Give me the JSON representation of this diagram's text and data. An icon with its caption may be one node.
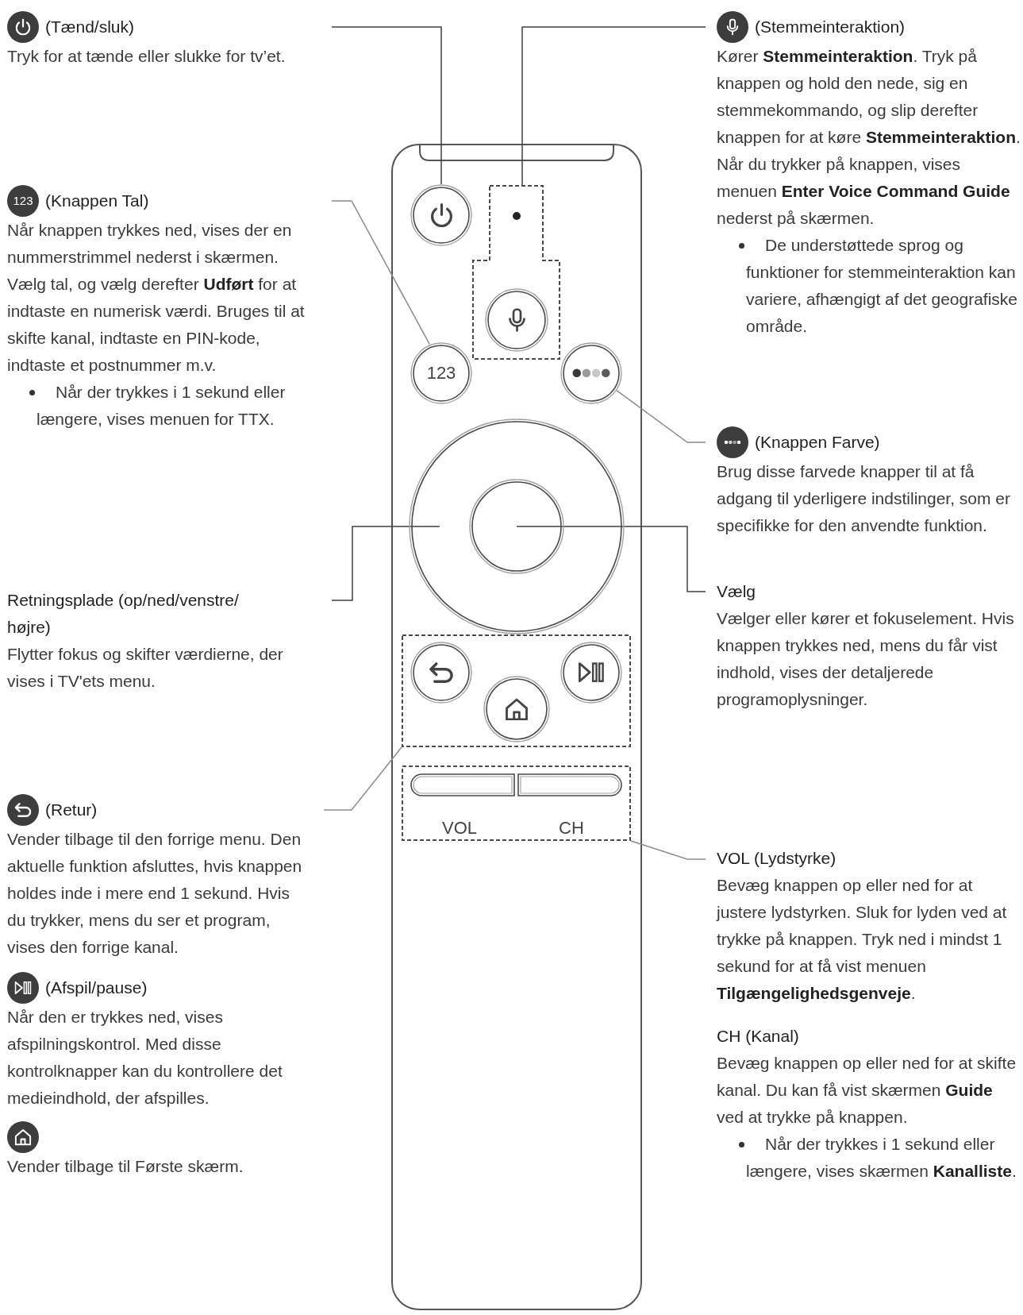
{
  "diagram": {
    "nodes": [
      {
        "text": [
          "(Tænd/sluk)",
          "Tryk for at tænde eller slukke for tv’et."
        ]
      },
      {
        "text": [
          "(Stemmeinteraktion)",
          "Kører **Stemmeinteraktion**. Tryk på knappen og hold den nede, sig en stemmekommando, og slip derefter knappen for at køre **Stemmeinteraktion**.",
          "Når du trykker på knappen, vises menuen **Enter Voice Command Guide** nederst på skærmen.",
          "De understøttede sprog og funktioner for stemmeinteraktion kan variere, afhængigt af det geografiske område."
        ]
      },
      {
        "text": [],
        "shape": "circle"
      },
      {
        "text": [],
        "shape": "box"
      },
      {
        "text": [],
        "shape": "circle",
        "in": 3
      },
      {
        "text": [
          "123",
          "(Knappen Tal)",
          "Når knappen trykkes ned, vises der en nummerstrimmel nederst i skærmen. Vælg tal, og vælg derefter **Udført** for at indtaste en numerisk værdi. Bruges til at skifte kanal, indtaste en PIN-kode, indtaste et postnummer m.v.",
          "Når der trykkes i 1 sekund eller længere, vises menuen for TTX."
        ]
      },
      {
        "text": [
          "123"
        ]
      },
      {
        "text": [],
        "shape": "circle"
      },
      {
        "text": [
          "(Knappen Farve)",
          "Brug disse farvede knapper til at få adgang til yderligere indstilinger, som er specifikke for den anvendte funktion."
        ]
      },
      {
        "text": [],
        "shape": "circle"
      },
      {
        "text": [],
        "shape": "circle",
        "in": 9
      },
      {
        "text": [
          "Retningsplade (op/ned/venstre/ højre)",
          "Flytter fokus og skifter værdierne, der vises i TV'ets menu."
        ]
      },
      {
        "text": [
          "Vælg",
          "Vælger eller kører et fokuselement. Hvis knappen trykkes ned, mens du får vist indhold, vises der detaljerede programoplysninger."
        ]
      },
      {
        "text": [],
        "shape": "box"
      },
      {
        "text": [],
        "shape": "circle",
        "in": 13
      },
      {
        "text": [],
        "shape": "circle",
        "in": 13
      },
      {
        "text": [],
        "shape": "circle",
        "in": 13
      },
      {
        "text": [
          "VOL",
          "CH"
        ]
      },
      {
        "text": [],
        "shape": "bar",
        "in": 17
      },
      {
        "text": [],
        "shape": "bar",
        "in": 17
      },
      {
        "text": [
          "(Retur)",
          "Vender tilbage til den forrige menu. Den aktuelle funktion afsluttes, hvis knappen holdes inde i mere end 1 sekund. Hvis du trykker, mens du ser et program, vises den forrige kanal."
        ]
      },
      {
        "text": [
          "VOL (Lydstyrke)",
          "Bevæg knappen op eller ned for at justere lydstyrken. Sluk for lyden ved at trykke på knappen. Tryk ned i mindst 1 sekund for at få vist menuen **Tilgængelighedsgenveje**."
        ]
      }
    ],
    "edges": [
      {
        "from": 0,
        "to": 2,
        "arrow": "none"
      },
      {
        "from": 1,
        "to": 3,
        "arrow": "none"
      },
      {
        "from": 5,
        "to": 6,
        "arrow": "none",
        "color": "#8c8c8c"
      },
      {
        "from": 8,
        "to": 7,
        "arrow": "none",
        "color": "#8c8c8c"
      },
      {
        "from": 11,
        "to": 9,
        "arrow": "none"
      },
      {
        "from": 12,
        "to": 10,
        "arrow": "none"
      },
      {
        "from": 20,
        "to": 13,
        "arrow": "none",
        "color": "#8c8c8c"
      },
      {
        "from": 21,
        "to": 17,
        "arrow": "none",
        "color": "#8c8c8c"
      }
    ],
    "labels": [
      "(Afspil/pause)",
      "Når den er trykkes ned, vises afspilningskontrol. Med disse kontrolknapper kan du kontrollere det medieindhold, der afspilles.",
      "Vender tilbage til Første skærm.",
      "CH (Kanal)",
      "Bevæg knappen op eller ned for at skifte kanal. Du kan få vist skærmen **Guide** ved at trykke på knappen.",
      "Når der trykkes i 1 sekund eller længere, vises skærmen **Kanalliste**."
    ]
  }
}
